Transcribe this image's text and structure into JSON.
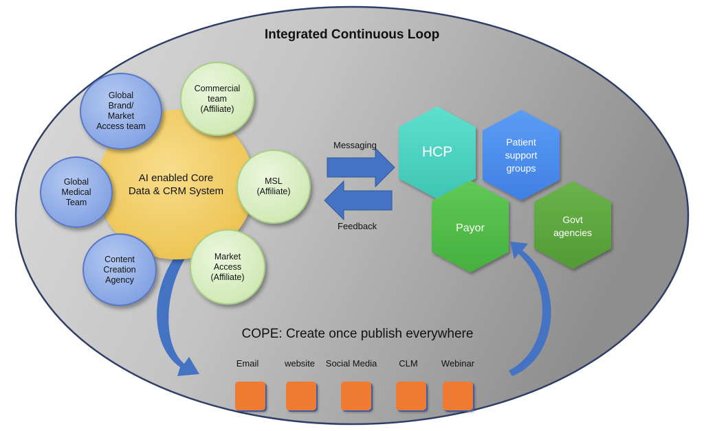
{
  "title": "Integrated Continuous Loop",
  "core": {
    "line1": "AI enabled Core",
    "line2": "Data & CRM System"
  },
  "satellites": {
    "global_brand": [
      "Global",
      "Brand/",
      "Market",
      "Access team"
    ],
    "global_medical": [
      "Global",
      "Medical",
      "Team"
    ],
    "content_agency": [
      "Content",
      "Creation",
      "Agency"
    ],
    "commercial": [
      "Commercial",
      "team",
      "(Affiliate)"
    ],
    "msl": [
      "MSL",
      "(Affiliate)"
    ],
    "market_access": [
      "Market",
      "Access",
      "(Affiliate)"
    ]
  },
  "arrows": {
    "messaging": "Messaging",
    "feedback": "Feedback"
  },
  "stakeholders": {
    "hcp": "HCP",
    "patient": [
      "Patient",
      "support",
      "groups"
    ],
    "payor": "Payor",
    "govt": [
      "Govt",
      "agencies"
    ]
  },
  "cope": {
    "title": "COPE: Create once publish everywhere",
    "channels": [
      "Email",
      "website",
      "Social Media",
      "CLM",
      "Webinar"
    ]
  },
  "colors": {
    "hcp": "#4fd3c3",
    "patient": "#4b8ff0",
    "payor": "#53be4c",
    "govt": "#5da83e",
    "arrow": "#4573c4",
    "box": "#ee7b31"
  }
}
